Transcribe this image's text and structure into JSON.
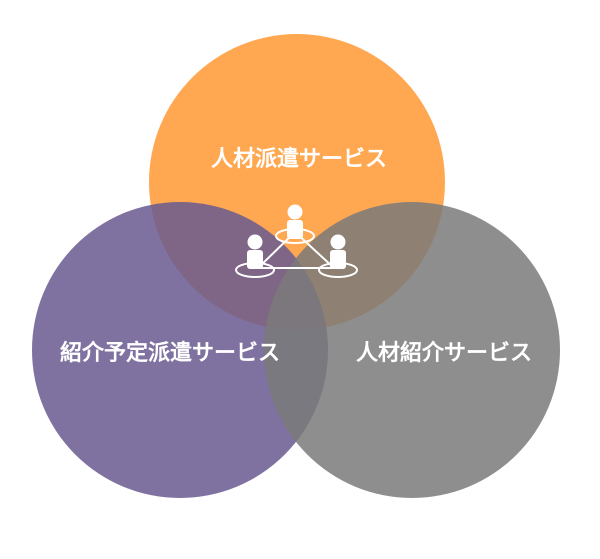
{
  "diagram": {
    "circles": [
      {
        "id": "haken",
        "label": "人材派遣サービス",
        "color": "#FF9933"
      },
      {
        "id": "shokai-yotei",
        "label": "紹介予定派遣サービス",
        "color": "#68598F"
      },
      {
        "id": "shokai",
        "label": "人材紹介サービス",
        "color": "#7A7A7A"
      }
    ],
    "center_icon": {
      "icon": "people-network-icon",
      "color": "#ffffff"
    }
  }
}
